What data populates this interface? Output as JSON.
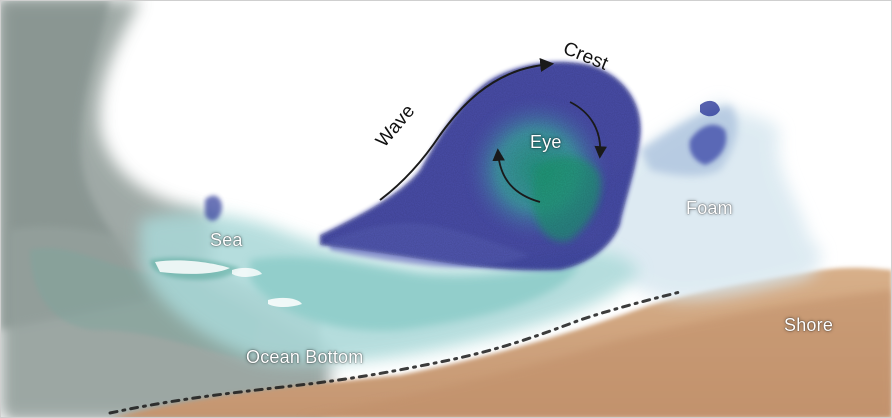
{
  "labels": {
    "wave": "Wave",
    "crest": "Crest",
    "eye": "Eye",
    "sea": "Sea",
    "foam": "Foam",
    "shore": "Shore",
    "ocean_bottom": "Ocean Bottom"
  },
  "colors": {
    "wave_blue": "#3a3fa3",
    "eye_green": "#29a88a",
    "sea_gray": "#8f9b97",
    "shore_tan": "#c9a07a",
    "arrow": "#1a1a1a"
  }
}
